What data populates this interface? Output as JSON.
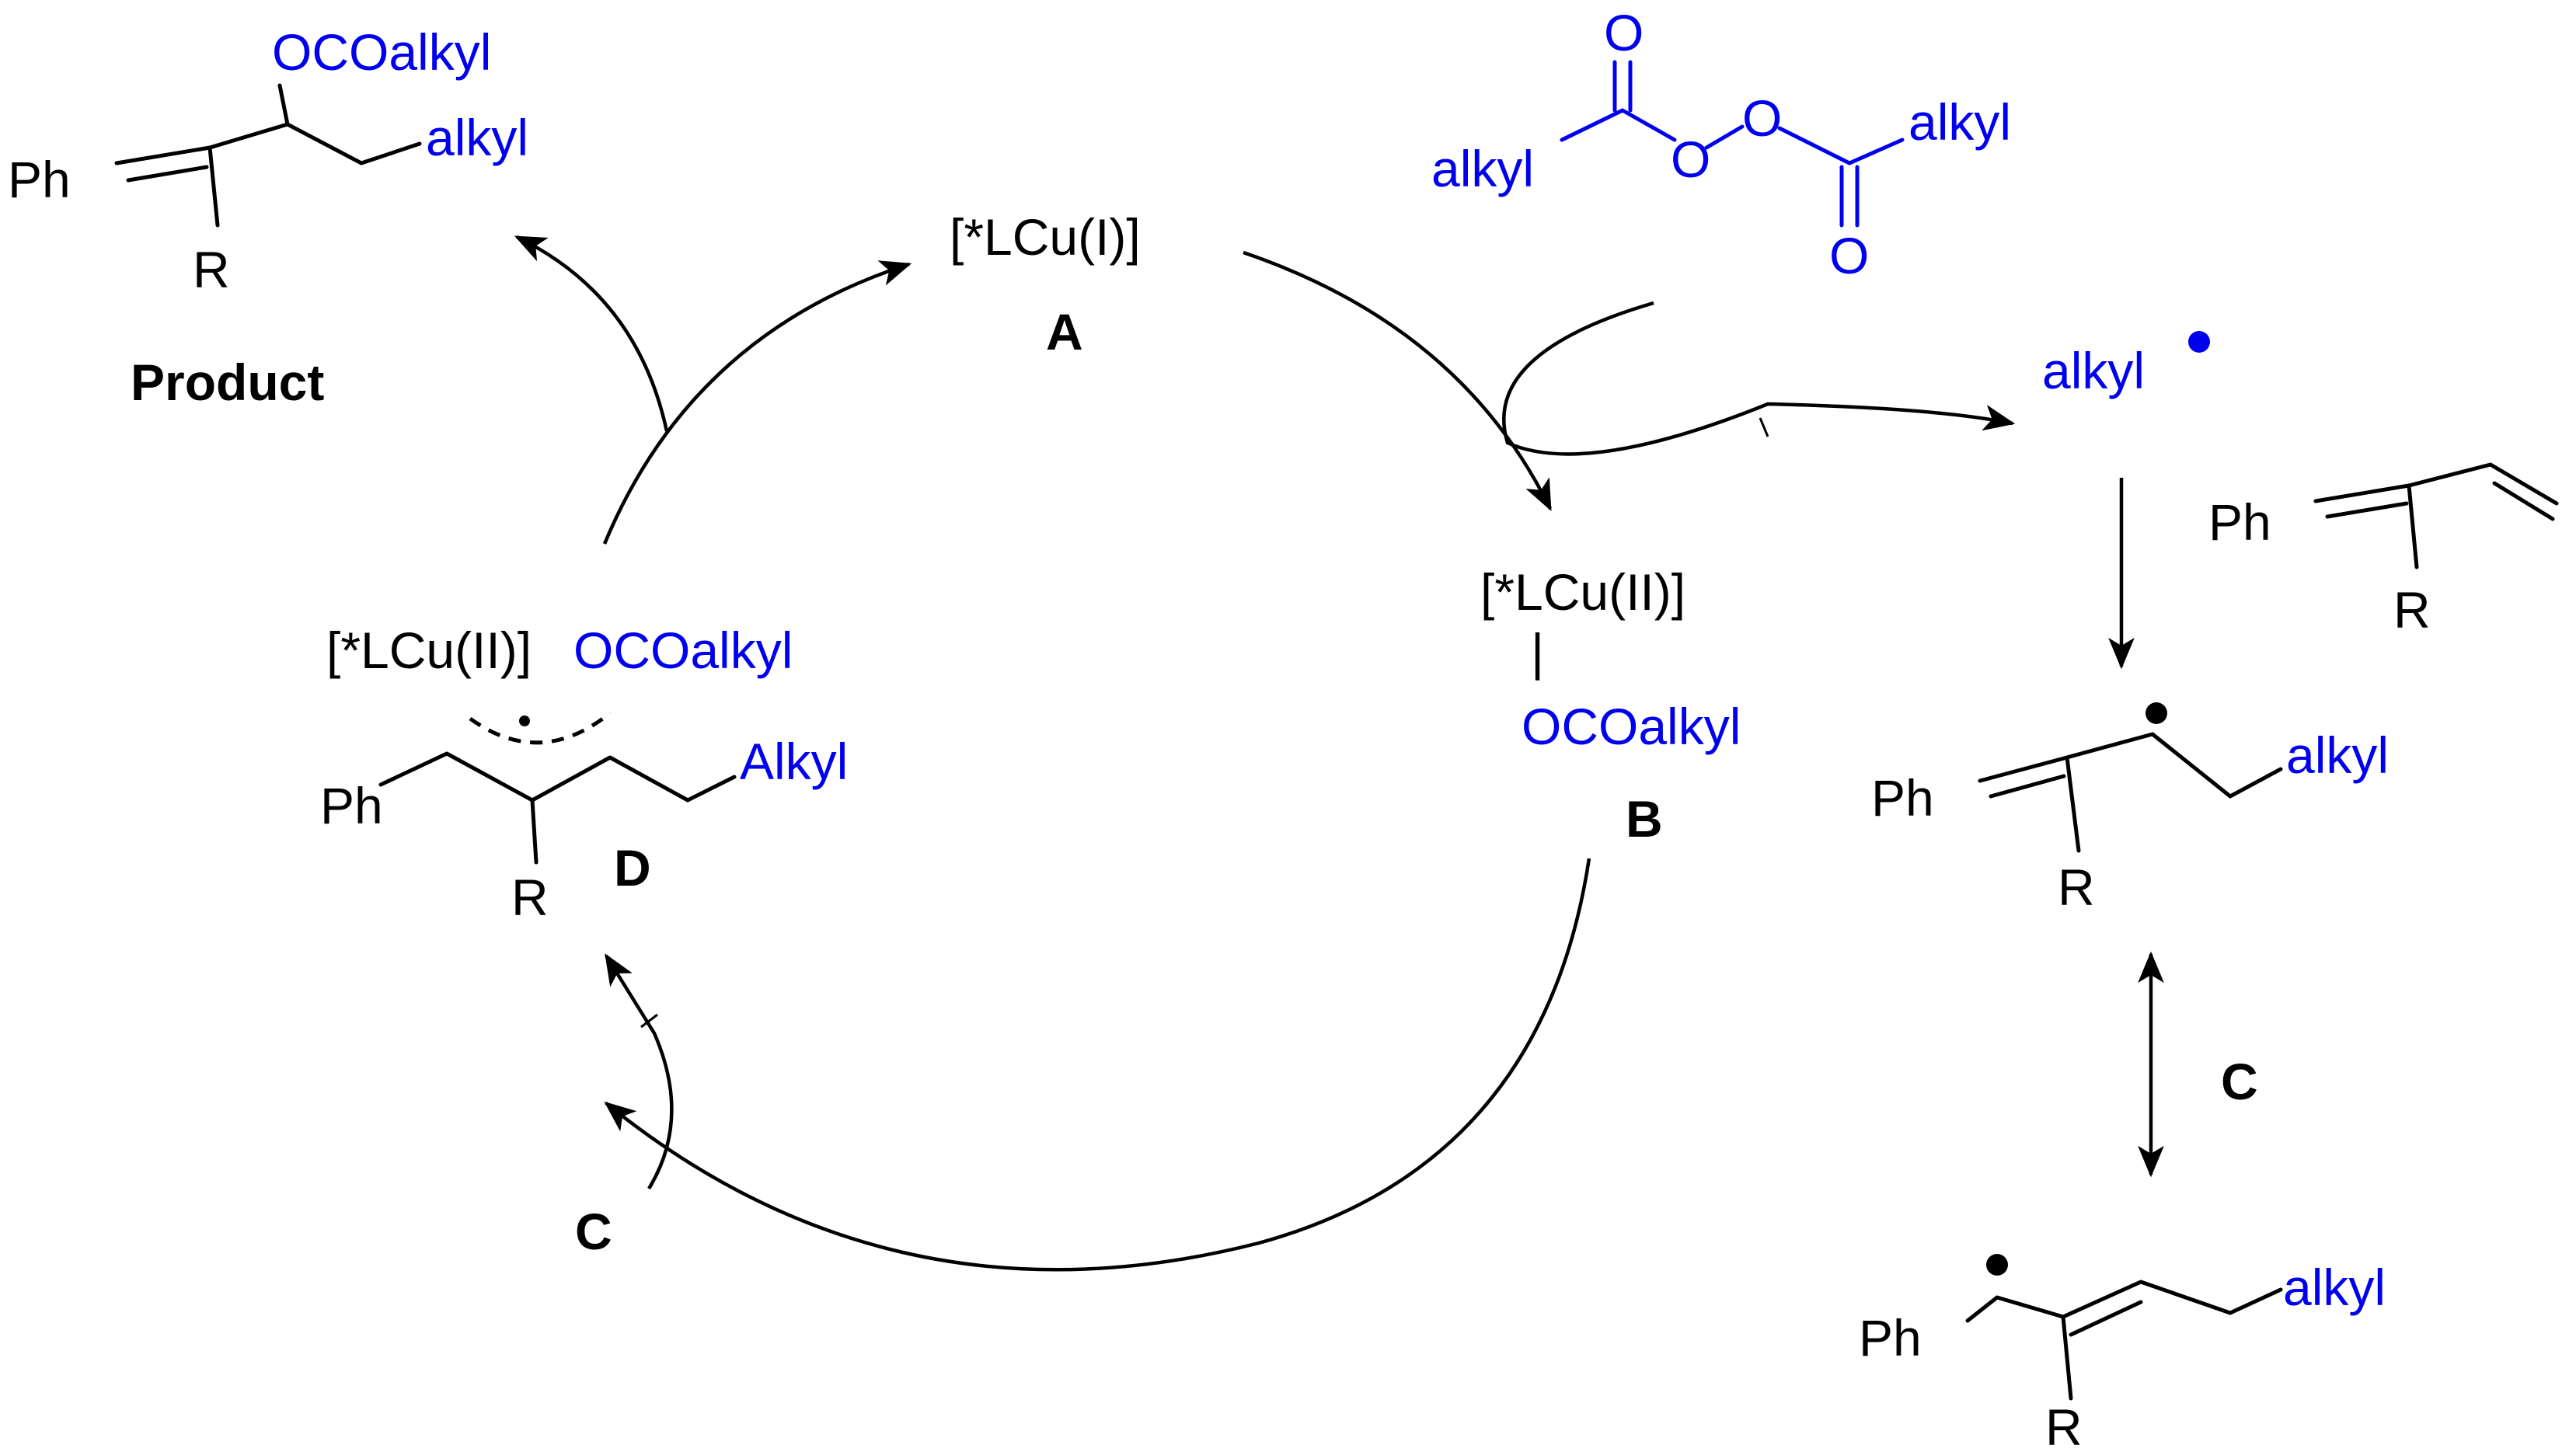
{
  "colors": {
    "reagent": "#0000ee",
    "structure": "#000000"
  },
  "product": {
    "ph": "Ph",
    "r": "R",
    "oco": "OCOalkyl",
    "alkyl": "alkyl",
    "label": "Product"
  },
  "catalyst_a": {
    "formula": "[*LCu(I)]",
    "label": "A"
  },
  "peroxide": {
    "o_top": "O",
    "o_bottom": "O",
    "o_link1": "O",
    "o_link2": "O",
    "alkyl_left": "alkyl",
    "alkyl_right": "alkyl"
  },
  "radical": {
    "text": "alkyl"
  },
  "catalyst_b": {
    "formula": "[*LCu(II)]",
    "bond": "|",
    "ligand": "OCOalkyl",
    "label": "B"
  },
  "diene": {
    "ph": "Ph",
    "r": "R"
  },
  "allyl_radical_1": {
    "ph": "Ph",
    "r": "R",
    "alkyl": "alkyl"
  },
  "resonance_label": "C",
  "allyl_radical_2": {
    "ph": "Ph",
    "r": "R",
    "alkyl": "alkyl"
  },
  "intermediate_d": {
    "cu": "[*LCu(II)]",
    "oco": "OCOalkyl",
    "ph": "Ph",
    "r": "R",
    "alkyl": "Alkyl",
    "label": "D"
  },
  "c_entry_label": "C"
}
